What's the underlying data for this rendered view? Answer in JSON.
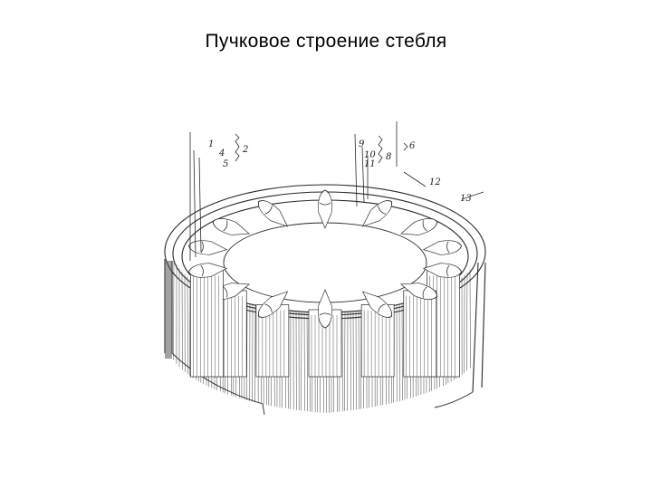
{
  "page": {
    "title": "Пучковое строение стебля"
  },
  "diagram": {
    "callouts": [
      "1",
      "4",
      "5",
      "2",
      "9",
      "10",
      "11",
      "8",
      "6",
      "12",
      "13"
    ],
    "colors": {
      "ink": "#2a2a2a",
      "bundle_fill": "#ffffff",
      "background": "#ffffff"
    }
  }
}
